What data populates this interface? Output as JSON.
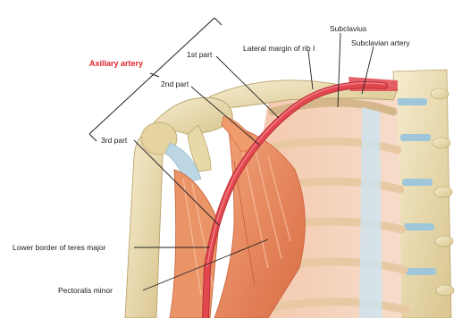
{
  "labels": {
    "axillary_artery": "Axillary artery",
    "first_part": "1st part",
    "second_part": "2nd part",
    "third_part": "3rd part",
    "lateral_margin_rib": "Lateral margin of rib I",
    "subclavius": "Subclavius",
    "subclavian_artery": "Subclavian artery",
    "lower_border_teres_major": "Lower border of teres major",
    "pectoralis_minor": "Pectoralis minor"
  },
  "colors": {
    "artery": "#e2474f",
    "artery_highlight": "#f07c83",
    "bone": "#efe2b8",
    "bone_shadow": "#c9b37a",
    "cartilage": "#cfe3ec",
    "muscle": "#e98a5c",
    "muscle_dark": "#c9603a",
    "title_red": "#e0242a"
  }
}
